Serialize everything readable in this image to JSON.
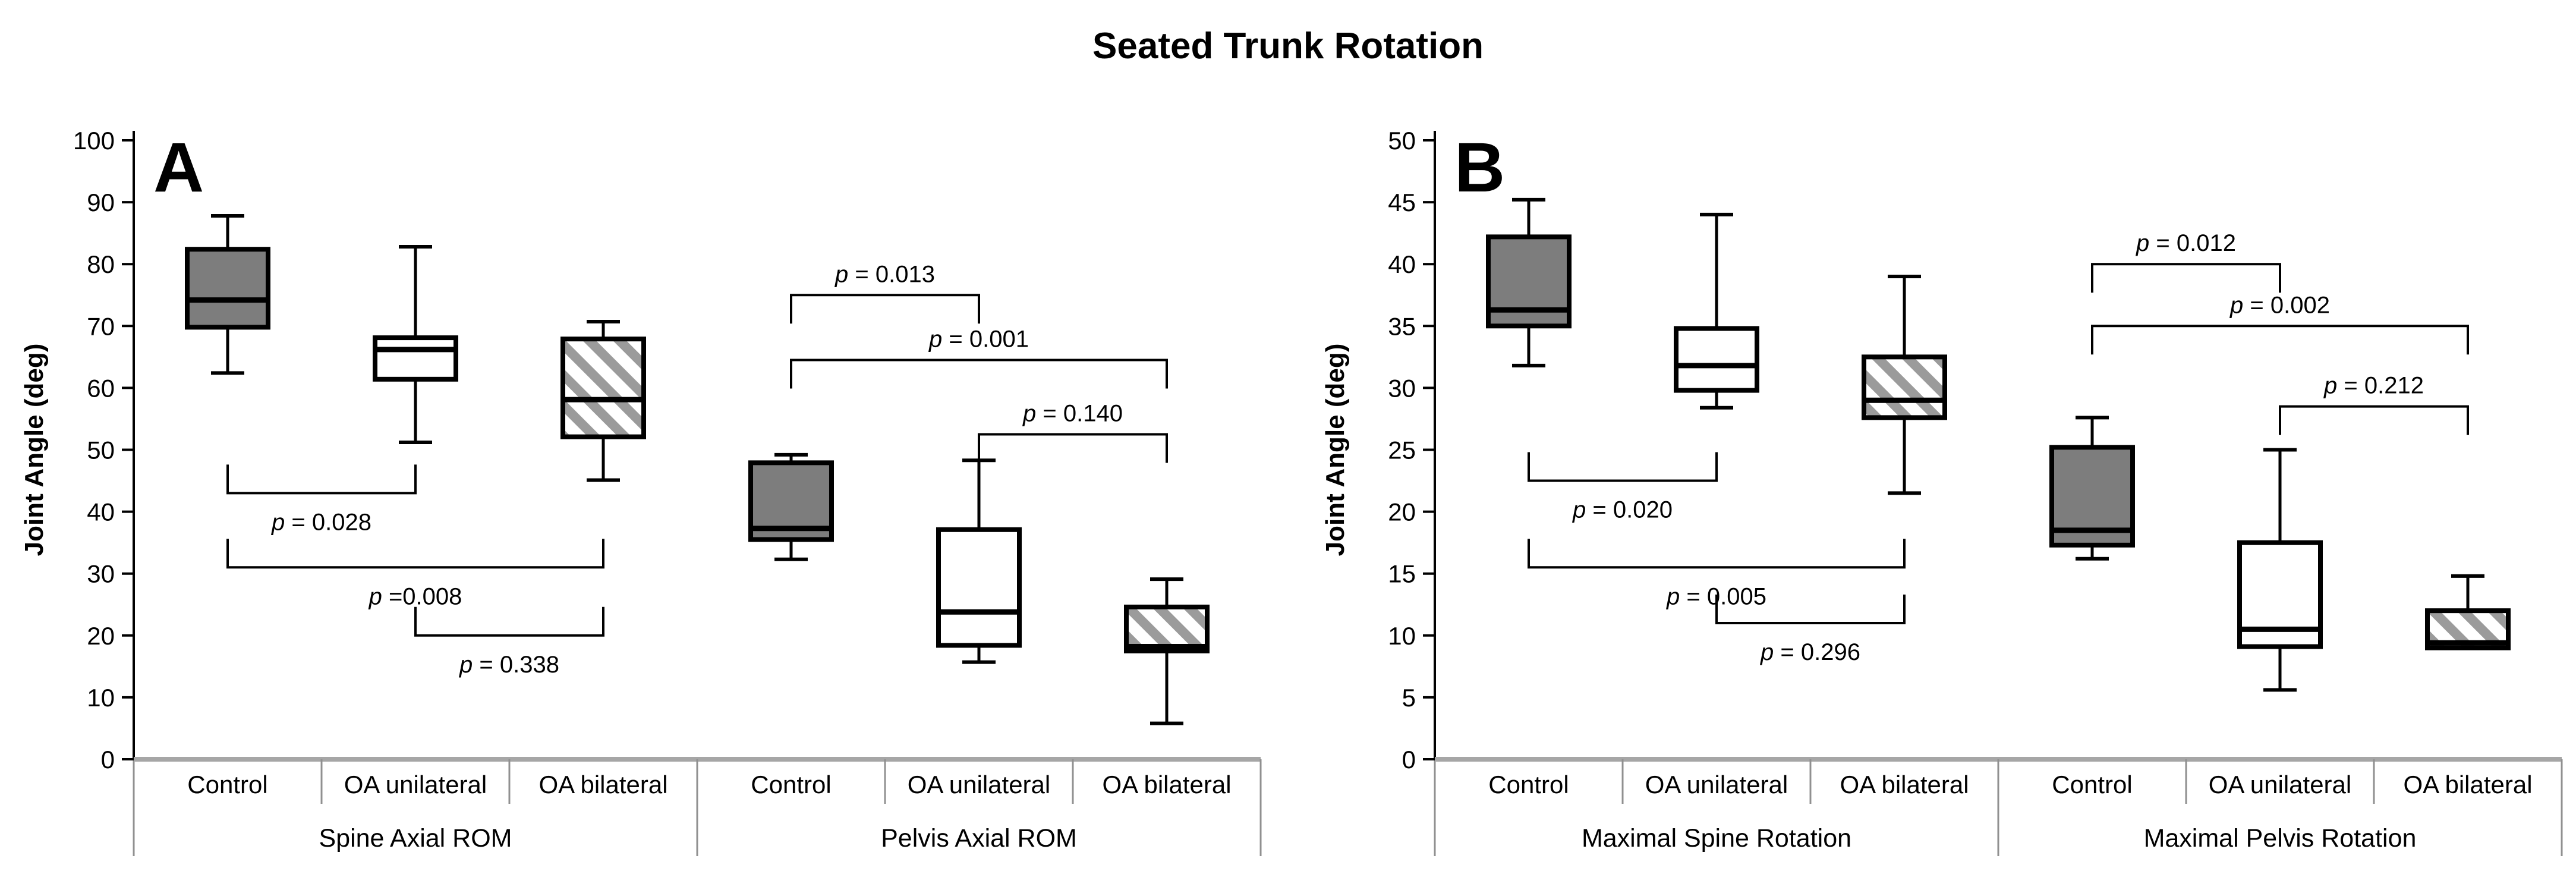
{
  "title": "Seated Trunk Rotation",
  "chart_data": {
    "type": "boxplot",
    "title": "Seated Trunk Rotation",
    "ylabel": "Joint Angle (deg)",
    "legend": "none",
    "grid": false,
    "style_legend": {
      "gray": "Control (solid gray fill)",
      "white": "OA unilateral (white fill)",
      "hatch": "OA bilateral (gray diagonal hatch)"
    },
    "colors": {
      "gray_fill": "#7d7d7d",
      "white_fill": "#ffffff",
      "hatch_stripe": "#9b9b9b",
      "box_stroke": "#000000",
      "baseline_gray": "#a6a6a6",
      "table_line_gray": "#909090"
    },
    "panels": [
      {
        "label": "A",
        "ylim": [
          0,
          100
        ],
        "ytick_step": 10,
        "yticks": [
          0,
          10,
          20,
          30,
          40,
          50,
          60,
          70,
          80,
          90,
          100
        ],
        "groups": [
          {
            "label": "Spine Axial ROM",
            "boxes": [
              {
                "category": "Control",
                "style": "gray",
                "min": 62.4,
                "q1": 69.8,
                "median": 74.2,
                "q3": 82.4,
                "max": 87.8
              },
              {
                "category": "OA unilateral",
                "style": "white",
                "min": 51.2,
                "q1": 61.4,
                "median": 66.2,
                "q3": 68.1,
                "max": 82.8
              },
              {
                "category": "OA bilateral",
                "style": "hatch",
                "min": 45.1,
                "q1": 52.1,
                "median": 58.1,
                "q3": 67.9,
                "max": 70.7
              }
            ]
          },
          {
            "label": "Pelvis Axial ROM",
            "boxes": [
              {
                "category": "Control",
                "style": "gray",
                "min": 32.3,
                "q1": 35.5,
                "median": 37.3,
                "q3": 47.9,
                "max": 49.2
              },
              {
                "category": "OA unilateral",
                "style": "white",
                "min": 15.7,
                "q1": 18.4,
                "median": 23.8,
                "q3": 37.1,
                "max": 48.3
              },
              {
                "category": "OA bilateral",
                "style": "hatch",
                "min": 5.8,
                "q1": 17.5,
                "median": 18.2,
                "q3": 24.6,
                "max": 29.1
              }
            ]
          }
        ],
        "brackets": [
          {
            "a": 0,
            "b": 1,
            "y": 43,
            "label": "p = 0.028",
            "side": "below"
          },
          {
            "a": 0,
            "b": 2,
            "y": 31,
            "label": "p =0.008",
            "side": "below"
          },
          {
            "a": 1,
            "b": 2,
            "y": 20,
            "label": "p = 0.338",
            "side": "below"
          },
          {
            "a": 3,
            "b": 4,
            "y": 75,
            "label": "p = 0.013",
            "side": "above"
          },
          {
            "a": 3,
            "b": 5,
            "y": 64.5,
            "label": "p = 0.001",
            "side": "above"
          },
          {
            "a": 4,
            "b": 5,
            "y": 52.5,
            "label": "p = 0.140",
            "side": "above"
          }
        ]
      },
      {
        "label": "B",
        "ylim": [
          0,
          50
        ],
        "ytick_step": 5,
        "yticks": [
          0,
          5,
          10,
          15,
          20,
          25,
          30,
          35,
          40,
          45,
          50
        ],
        "groups": [
          {
            "label": "Maximal Spine Rotation",
            "boxes": [
              {
                "category": "Control",
                "style": "gray",
                "min": 31.8,
                "q1": 35.0,
                "median": 36.3,
                "q3": 42.2,
                "max": 45.2
              },
              {
                "category": "OA unilateral",
                "style": "white",
                "min": 28.4,
                "q1": 29.8,
                "median": 31.8,
                "q3": 34.8,
                "max": 44.0
              },
              {
                "category": "OA bilateral",
                "style": "hatch",
                "min": 21.5,
                "q1": 27.6,
                "median": 29.0,
                "q3": 32.5,
                "max": 39.0
              }
            ]
          },
          {
            "label": "Maximal Pelvis Rotation",
            "boxes": [
              {
                "category": "Control",
                "style": "gray",
                "min": 16.2,
                "q1": 17.3,
                "median": 18.5,
                "q3": 25.2,
                "max": 27.6
              },
              {
                "category": "OA unilateral",
                "style": "white",
                "min": 5.6,
                "q1": 9.1,
                "median": 10.5,
                "q3": 17.5,
                "max": 25.0
              },
              {
                "category": "OA bilateral",
                "style": "hatch",
                "min": 9.0,
                "q1": 9.0,
                "median": 9.4,
                "q3": 12.0,
                "max": 14.8
              }
            ]
          }
        ],
        "brackets": [
          {
            "a": 0,
            "b": 1,
            "y": 22.5,
            "label": "p = 0.020",
            "side": "below"
          },
          {
            "a": 0,
            "b": 2,
            "y": 15.5,
            "label": "p = 0.005",
            "side": "below"
          },
          {
            "a": 1,
            "b": 2,
            "y": 11,
            "label": "p = 0.296",
            "side": "below"
          },
          {
            "a": 3,
            "b": 4,
            "y": 40,
            "label": "p = 0.012",
            "side": "above"
          },
          {
            "a": 3,
            "b": 5,
            "y": 35,
            "label": "p = 0.002",
            "side": "above"
          },
          {
            "a": 4,
            "b": 5,
            "y": 28.5,
            "label": "p = 0.212",
            "side": "above"
          }
        ]
      }
    ]
  }
}
